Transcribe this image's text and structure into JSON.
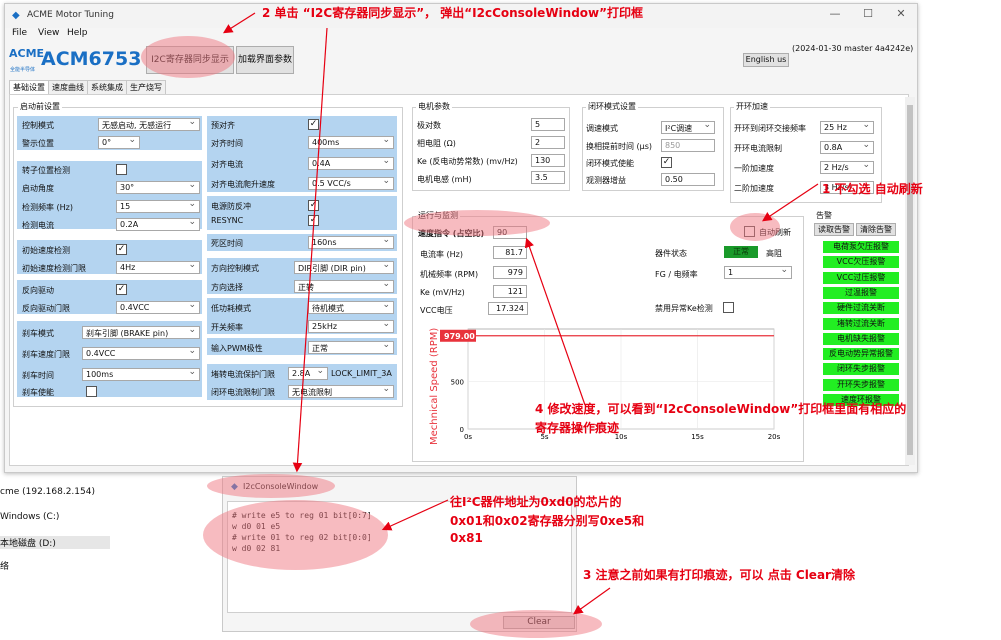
{
  "window": {
    "title": "ACME Motor Tuning",
    "minimize": "—",
    "maximize": "☐",
    "close": "✕"
  },
  "menu": {
    "items": [
      "File",
      "View",
      "Help"
    ]
  },
  "toolbar": {
    "logo_top": "ACME",
    "logo_sub": "全能半导体",
    "product": "ACM6753",
    "sync_button": "I2C寄存器同步显示",
    "load_button": "加载界面参数",
    "english_button": "English us",
    "version": "(2024-01-30 master 4a4242e)"
  },
  "tabs": [
    "基础设置",
    "速度曲线",
    "系统集成",
    "生产烧写"
  ],
  "startup": {
    "title": "启动前设置",
    "rows": [
      {
        "label": "控制模式",
        "value": "无感启动, 无感运行",
        "type": "select"
      },
      {
        "label": "警示位置",
        "value": "0°",
        "type": "select"
      },
      {
        "label": "转子位置检测",
        "value": "",
        "type": "check",
        "checked": false
      },
      {
        "label": "启动角度",
        "value": "30°",
        "type": "select"
      },
      {
        "label": "检测频率 (Hz)",
        "value": "15",
        "type": "select"
      },
      {
        "label": "检测电流",
        "value": "0.2A",
        "type": "select"
      },
      {
        "label": "初始速度检测",
        "value": "",
        "type": "check",
        "checked": true
      },
      {
        "label": "初始速度检测门限",
        "value": "4Hz",
        "type": "select"
      },
      {
        "label": "反向驱动",
        "value": "",
        "type": "check",
        "checked": true
      },
      {
        "label": "反向驱动门限",
        "value": "0.4VCC",
        "type": "select"
      },
      {
        "label": "刹车模式",
        "value": "刹车引脚 (BRAKE pin)",
        "type": "select"
      },
      {
        "label": "刹车速度门限",
        "value": "0.4VCC",
        "type": "select"
      },
      {
        "label": "刹车时间",
        "value": "100ms",
        "type": "select"
      },
      {
        "label": "刹车使能",
        "value": "",
        "type": "check",
        "checked": false
      }
    ],
    "rows2": [
      {
        "label": "预对齐",
        "value": "",
        "type": "check",
        "checked": true
      },
      {
        "label": "对齐时间",
        "value": "400ms",
        "type": "select"
      },
      {
        "label": "对齐电流",
        "value": "0.4A",
        "type": "select"
      },
      {
        "label": "对齐电流爬升速度",
        "value": "0.5 VCC/s",
        "type": "select"
      },
      {
        "label": "电源防反冲",
        "value": "",
        "type": "check",
        "checked": true
      },
      {
        "label": "RESYNC",
        "value": "",
        "type": "check",
        "checked": true
      },
      {
        "label": "死区时间",
        "value": "160ns",
        "type": "select"
      },
      {
        "label": "方向控制模式",
        "value": "DIR引脚 (DIR pin)",
        "type": "select"
      },
      {
        "label": "方向选择",
        "value": "正转",
        "type": "select"
      },
      {
        "label": "低功耗模式",
        "value": "待机模式",
        "type": "select"
      },
      {
        "label": "开关频率",
        "value": "25kHz",
        "type": "select"
      },
      {
        "label": "输入PWM极性",
        "value": "正常",
        "type": "select"
      },
      {
        "label": "堵转电流保护门限",
        "value": "2.8A",
        "type": "select",
        "extra": "LOCK_LIMIT_3A"
      },
      {
        "label": "闭环电流限制门限",
        "value": "无电流限制",
        "type": "select"
      }
    ]
  },
  "motor": {
    "title": "电机参数",
    "rows": [
      {
        "label": "极对数",
        "value": "5"
      },
      {
        "label": "相电阻 (Ω)",
        "value": "2"
      },
      {
        "label": "Ke (反电动势常数) (mv/Hz)",
        "value": "130"
      },
      {
        "label": "电机电感 (mH)",
        "value": "3.5"
      }
    ]
  },
  "closedloop": {
    "title": "闭环模式设置",
    "rows": [
      {
        "label": "调速模式",
        "value": "I²C调速",
        "type": "select"
      },
      {
        "label": "换相提前时间 (μs)",
        "value": "850",
        "type": "input"
      },
      {
        "label": "闭环模式使能",
        "value": "",
        "type": "check",
        "checked": true
      },
      {
        "label": "观测器增益",
        "value": "0.50",
        "type": "input"
      }
    ]
  },
  "accel": {
    "title": "开环加速",
    "rows": [
      {
        "label": "开环到闭环交接频率",
        "value": "25 Hz"
      },
      {
        "label": "开环电流限制",
        "value": "0.8A"
      },
      {
        "label": "一阶加速度",
        "value": "2 Hz/s"
      },
      {
        "label": "二阶加速度",
        "value": "3 Hz/s²"
      }
    ]
  },
  "monitor": {
    "title": "运行与监测",
    "speed_label": "速度指令 (占空比)",
    "speed_value": "90",
    "auto_refresh": "自动刷新",
    "rows": [
      {
        "label": "电流率 (Hz)",
        "value": "81.7"
      },
      {
        "label": "机械频率 (RPM)",
        "value": "979"
      },
      {
        "label": "Ke (mV/Hz)",
        "value": "121"
      },
      {
        "label": "VCC电压",
        "value": "17.324"
      }
    ],
    "device_state_label": "器件状态",
    "device_state_value": "正常",
    "device_state_high": "高阻",
    "fg_label": "FG / 电频率",
    "fg_value": "1",
    "disable_ke_label": "禁用异常Ke检测"
  },
  "chart_data": {
    "type": "line",
    "ylabel": "Mechnical Speed (RPM)",
    "x": [
      0,
      5,
      10,
      15,
      20
    ],
    "xticks": [
      "0s",
      "5s",
      "10s",
      "15s",
      "20s"
    ],
    "yticks": [
      "0",
      "500"
    ],
    "ylim": [
      0,
      1050
    ],
    "current_value": "979.00",
    "series": [
      {
        "values": [
          979,
          979,
          979,
          979,
          979
        ]
      }
    ]
  },
  "alarms": {
    "title": "告警",
    "read_button": "读取告警",
    "clear_button": "清除告警",
    "items": [
      "电荷泵欠压报警",
      "VCC欠压报警",
      "VCC过压报警",
      "过温报警",
      "硬件过流关断",
      "堵转过流关断",
      "电机缺失报警",
      "反电动势异常报警",
      "闭环失步报警",
      "开环失步报警",
      "速度环报警"
    ]
  },
  "console": {
    "title": "I2cConsoleWindow",
    "lines": [
      "# write e5 to reg 01 bit[0:7]",
      "w d0 01 e5",
      "# write 01 to reg 02 bit[0:0]",
      "w d0 02 81"
    ],
    "clear_button": "Clear"
  },
  "background_list": [
    "cme (192.168.2.154)",
    "Windows (C:)",
    "本地磁盘 (D:)",
    "络"
  ],
  "annotations": {
    "a1": "1 不勾选 自动刷新",
    "a2": "2 单击 “I2C寄存器同步显示”， 弹出“I2cConsoleWindow”打印框",
    "a3": "3 注意之前如果有打印痕迹，可以 点击 Clear清除",
    "a4_l1": "4 修改速度，可以看到“I2cConsoleWindow”打印框里面有相应的",
    "a4_l2": "寄存器操作痕迹",
    "a5_l1": "往I²C器件地址为0xd0的芯片的",
    "a5_l2": "0x01和0x02寄存器分别写0xe5和",
    "a5_l3": "0x81"
  },
  "colors": {
    "accent": "#e60012",
    "blue_panel": "#b4d4f0",
    "alarm_green": "#22ee22",
    "chart_red": "#e8333c",
    "brand": "#1a6fc4"
  }
}
